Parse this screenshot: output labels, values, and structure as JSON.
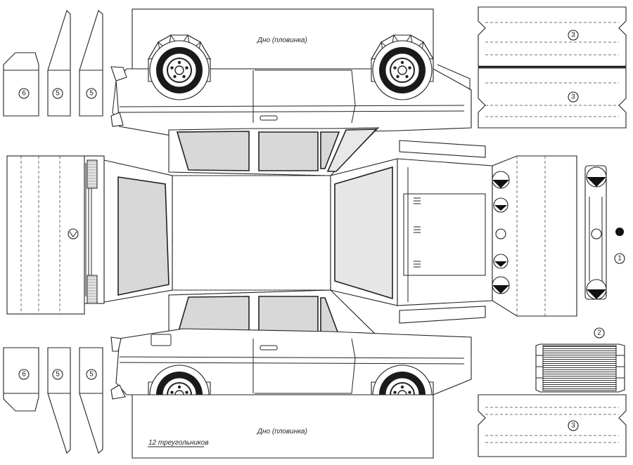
{
  "labels": {
    "bottom_top": "Дно (пловинка)",
    "bottom_bottom": "Дно (пловинка)",
    "triangles_note": "12 треугольников"
  },
  "part_numbers": {
    "p1": "1",
    "p2": "2",
    "p3": "3",
    "p5": "5",
    "p6": "6"
  }
}
